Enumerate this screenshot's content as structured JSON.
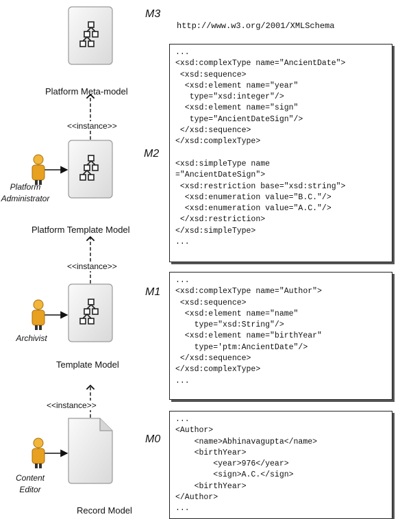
{
  "levels": {
    "m3": "M3",
    "m2": "M2",
    "m1": "M1",
    "m0": "M0"
  },
  "schema_url": "http://www.w3.org/2001/XMLSchema",
  "models": {
    "meta": "Platform Meta-model",
    "platform_template": "Platform Template Model",
    "template": "Template Model",
    "record": "Record Model"
  },
  "instance_label": "<<instance>>",
  "roles": {
    "platform_admin": [
      "Platform",
      "Administrator"
    ],
    "archivist": "Archivist",
    "content_editor": [
      "Content",
      "Editor"
    ]
  },
  "code": {
    "m2": [
      "...",
      "<xsd:complexType name=\"AncientDate\">",
      " <xsd:sequence>",
      "  <xsd:element name=\"year\"",
      "   type=\"xsd:integer\"/>",
      "  <xsd:element name=\"sign\"",
      "   type=\"AncientDateSign\"/>",
      " </xsd:sequence>",
      "</xsd:complexType>",
      "",
      "<xsd:simpleType name",
      "=\"AncientDateSign\">",
      " <xsd:restriction base=\"xsd:string\">",
      "  <xsd:enumeration value=\"B.C.\"/>",
      "  <xsd:enumeration value=\"A.C.\"/>",
      " </xsd:restriction>",
      "</xsd:simpleType>",
      "..."
    ],
    "m1": [
      "...",
      "<xsd:complexType name=\"Author\">",
      " <xsd:sequence>",
      "  <xsd:element name=\"name\"",
      "    type=\"xsd:String\"/>",
      "  <xsd:element name=\"birthYear\"",
      "    type='ptm:AncientDate\"/>",
      " </xsd:sequence>",
      "</xsd:complexType>",
      "..."
    ],
    "m0": [
      "...",
      "<Author>",
      "    <name>Abhinavagupta</name>",
      "    <birthYear>",
      "        <year>976</year>",
      "        <sign>A.C.</sign>",
      "    <birthYear>",
      "</Author>",
      "..."
    ]
  }
}
